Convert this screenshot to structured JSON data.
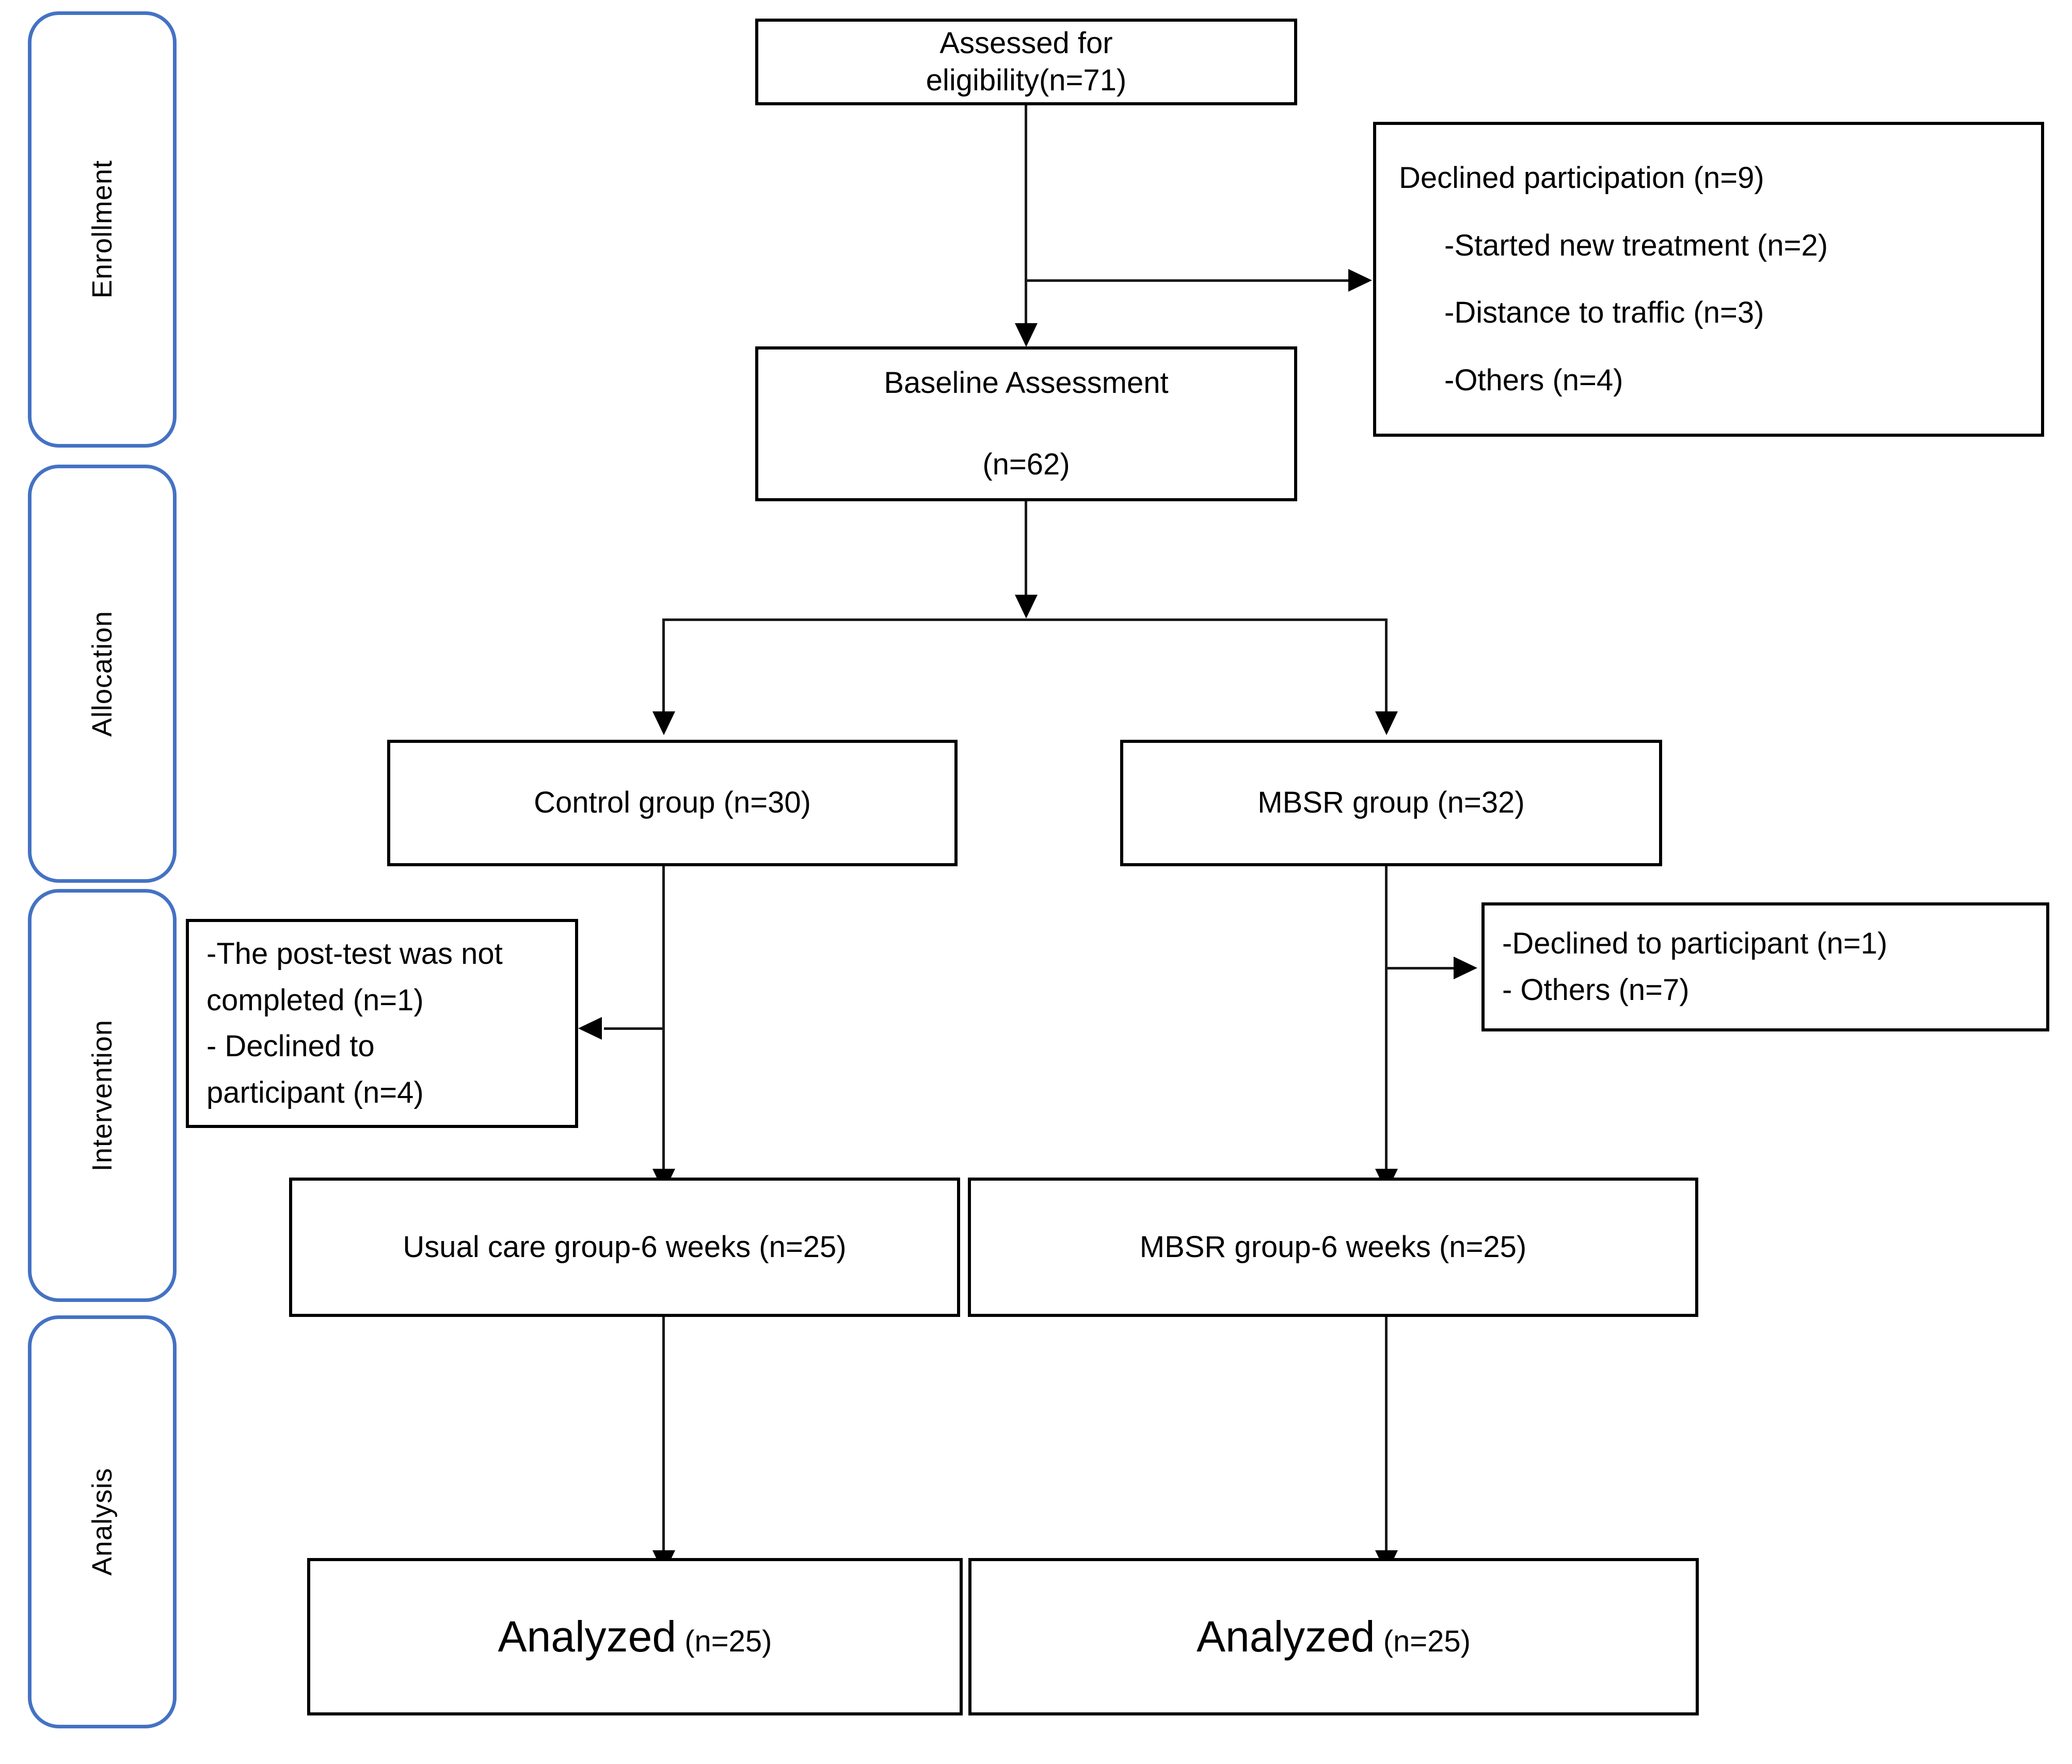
{
  "diagram": {
    "title": "CONSORT participant flow diagram",
    "accent_color": "#4472C4",
    "line_color": "#000000"
  },
  "stages": [
    {
      "id": "enrollment",
      "label": "Enrollment"
    },
    {
      "id": "allocation",
      "label": "Allocation"
    },
    {
      "id": "intervention",
      "label": "Intervention"
    },
    {
      "id": "analysis",
      "label": "Analysis"
    }
  ],
  "boxes": {
    "assessed": {
      "line1": "Assessed  for",
      "line2": "eligibility(n=71)"
    },
    "declined": {
      "line1": "Declined participation (n=9)",
      "line2": "-Started new treatment (n=2)",
      "line3": "-Distance to traffic (n=3)",
      "line4": "-Others (n=4)"
    },
    "baseline": {
      "line1": "Baseline Assessment",
      "line2": "(n=62)"
    },
    "control_group": {
      "line1": "Control group (n=30)"
    },
    "mbsr_group": {
      "line1": "MBSR group (n=32)"
    },
    "control_losses": {
      "line1": "-The post-test was not",
      "line2": "completed (n=1)",
      "line3": "- Declined to",
      "line4": "participant (n=4)"
    },
    "mbsr_losses": {
      "line1": "-Declined to participant (n=1)",
      "line2": "- Others (n=7)"
    },
    "usual_care_6w": {
      "line1": "Usual care group-6 weeks (n=25)"
    },
    "mbsr_6w": {
      "line1": "MBSR group-6 weeks (n=25)"
    },
    "analyzed_left": {
      "word": "Analyzed",
      "count": " (n=25)"
    },
    "analyzed_right": {
      "word": "Analyzed",
      "count": " (n=25)"
    }
  }
}
